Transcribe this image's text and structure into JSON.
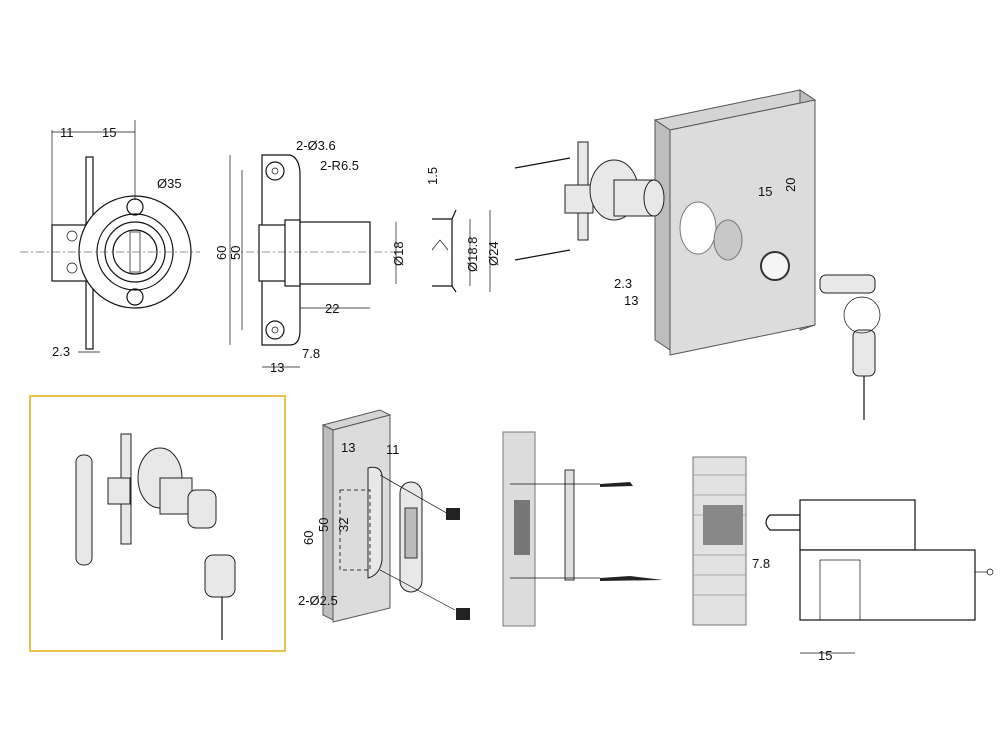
{
  "highlight_color": "#e8c24a",
  "front_view": {
    "dim_11": "11",
    "dim_15": "15",
    "dim_d35": "Ø35",
    "dim_2_3": "2.3"
  },
  "side_view": {
    "holes": "2-Ø3.6",
    "radius": "2-R6.5",
    "dim_60": "60",
    "dim_50": "50",
    "dim_d18": "Ø18",
    "dim_22": "22",
    "dim_7_8": "7.8",
    "dim_13": "13"
  },
  "cutout_view": {
    "dim_1_5": "1.5",
    "dim_d18_8": "Ø18.8",
    "dim_d24": "Ø24"
  },
  "install_view": {
    "dim_15": "15",
    "dim_20": "20",
    "dim_2_3": "2.3",
    "dim_13": "13"
  },
  "strike_view": {
    "dim_13": "13",
    "dim_11": "11",
    "dim_60": "60",
    "dim_50": "50",
    "dim_32": "32",
    "holes": "2-Ø2.5"
  },
  "section_view": {
    "dim_7_8": "7.8",
    "dim_15": "15"
  }
}
